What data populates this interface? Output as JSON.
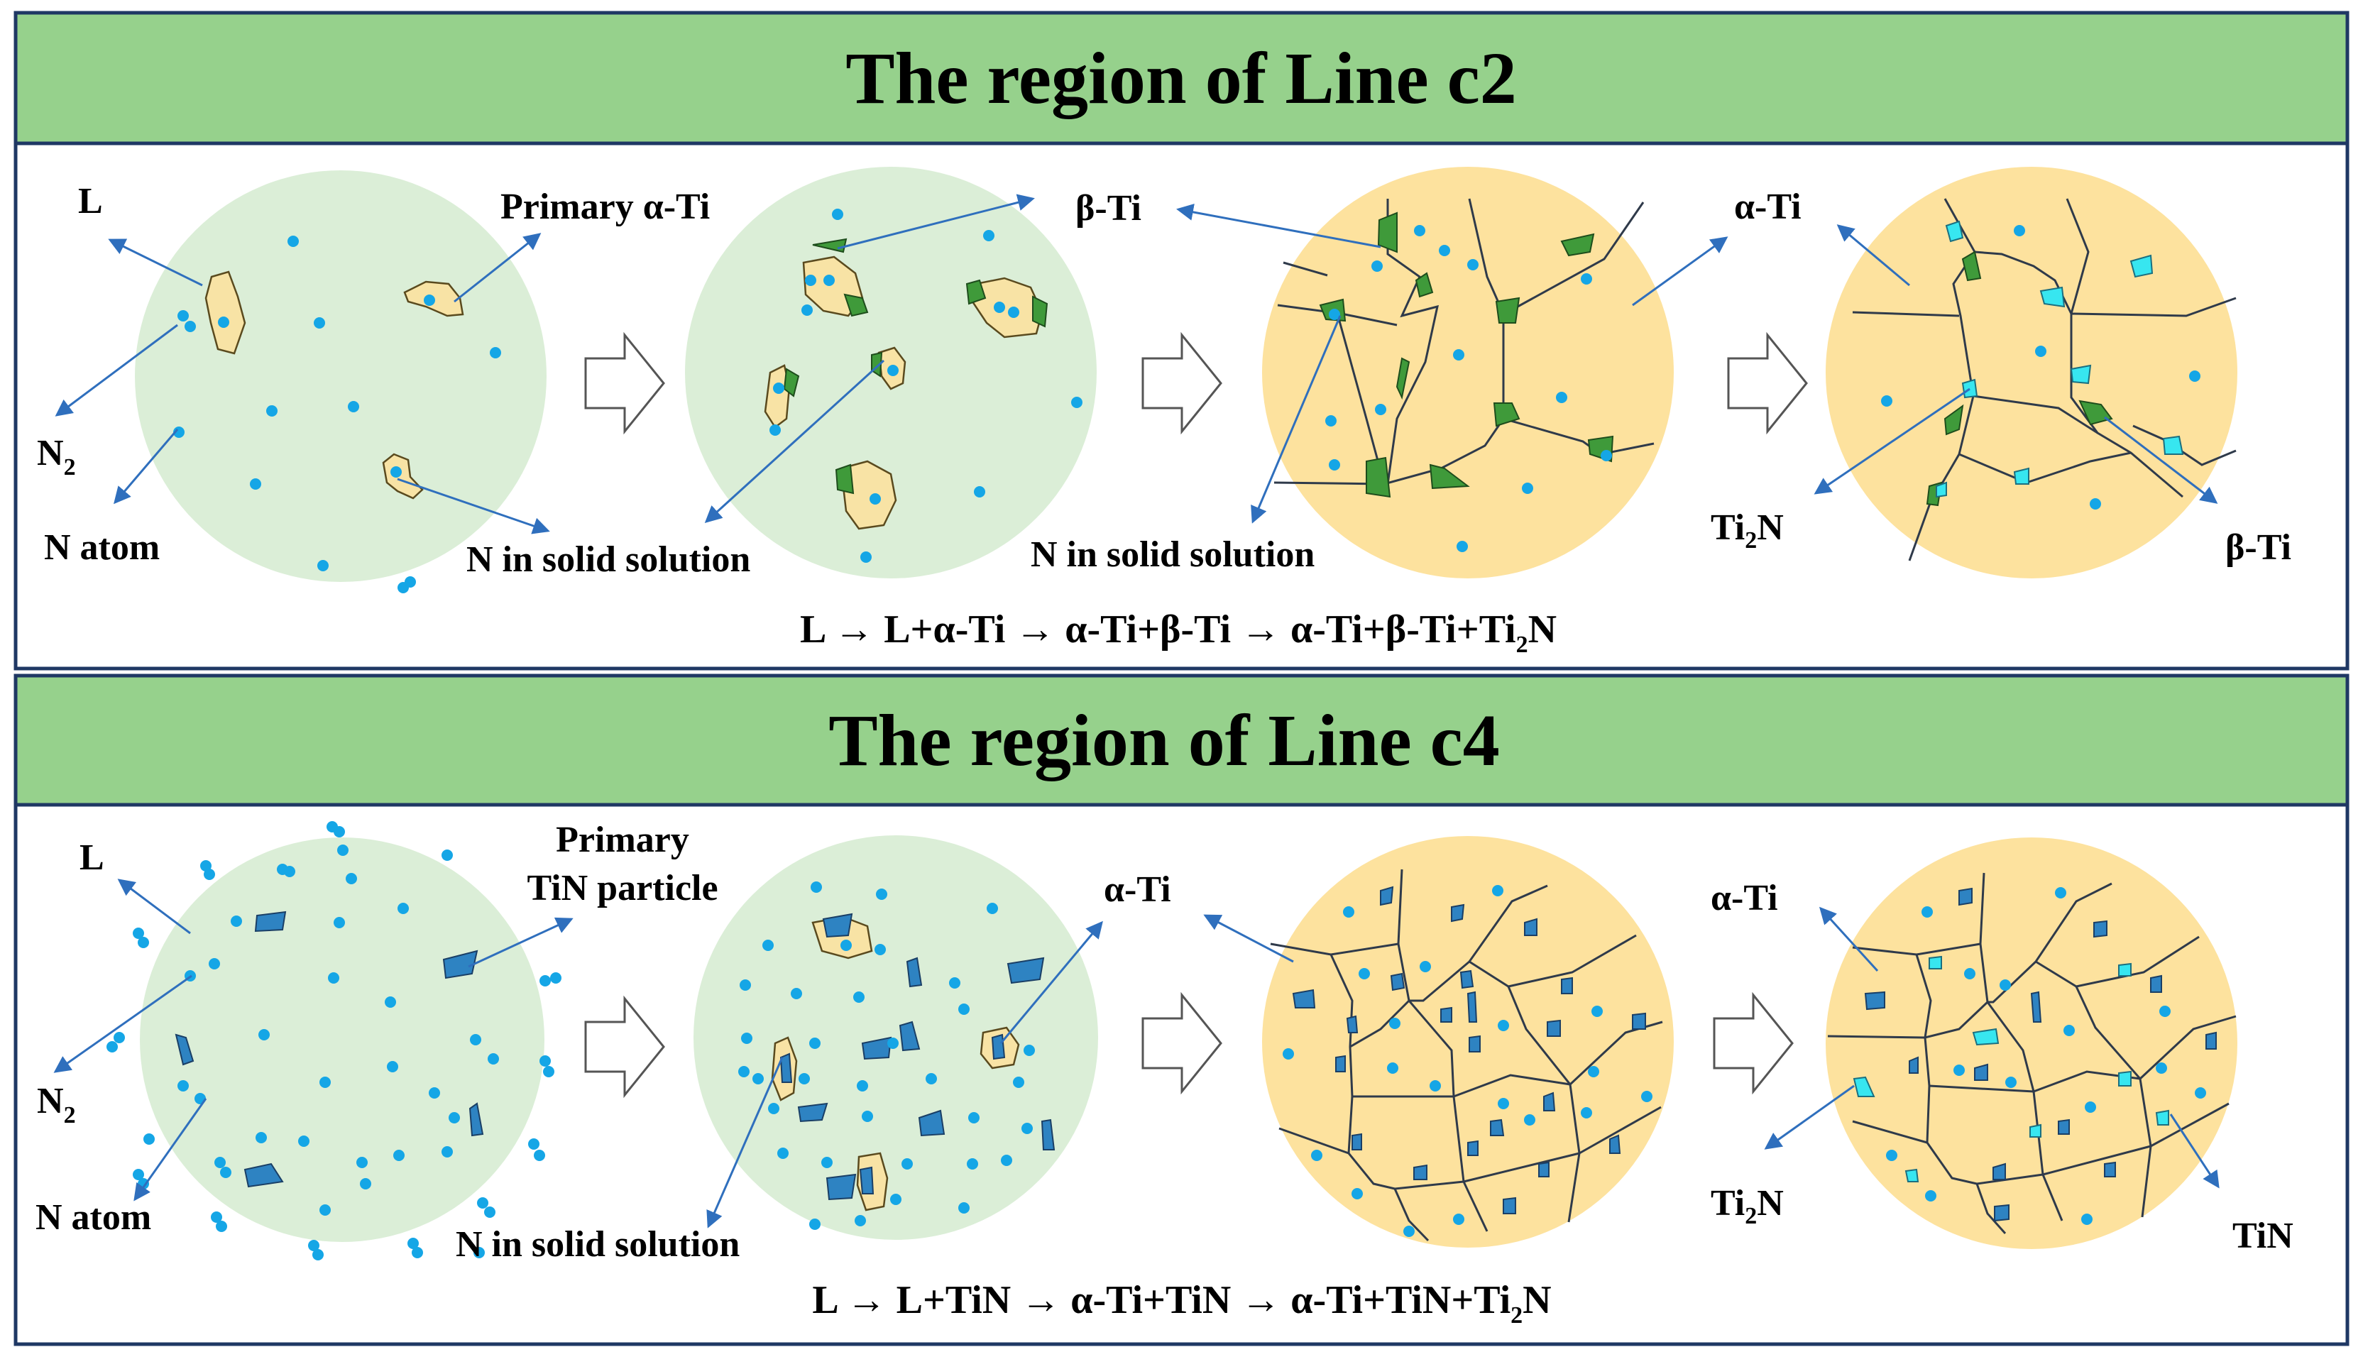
{
  "colors": {
    "header_bg": "#96d18c",
    "frame": "#1f3864",
    "liquid_circle": "#dbeed7",
    "solid_circle": "#fde29e",
    "n_dot": "#15a6e6",
    "alpha_grain": "#f8e3a5",
    "beta_phase": "#3f9a3a",
    "ti2n": "#37e6f0",
    "tin": "#2e83c2",
    "arrow": "#2f6fbd"
  },
  "panel_c2": {
    "title": "The region of Line c2",
    "labels": {
      "l": "L",
      "primary_alpha": "Primary α-Ti",
      "beta_ti_1": "β-Ti",
      "alpha_ti": "α-Ti",
      "n2": "N",
      "n2_sub": "2",
      "n_atom": "N atom",
      "n_solid_1": "N in solid solution",
      "n_solid_2": "N in solid solution",
      "ti2n": "Ti",
      "ti2n_sub": "2",
      "ti2n_end": "N",
      "beta_ti_2": "β-Ti"
    },
    "equation": {
      "main": "L → L+α-Ti → α-Ti+β-Ti → α-Ti+β-Ti+Ti",
      "sub": "2",
      "end": "N"
    }
  },
  "panel_c4": {
    "title": "The region of Line c4",
    "labels": {
      "l": "L",
      "primary_tin_1": "Primary",
      "primary_tin_2": "TiN particle",
      "alpha_ti_1": "α-Ti",
      "alpha_ti_2": "α-Ti",
      "n2": "N",
      "n2_sub": "2",
      "n_atom": "N atom",
      "n_solid": "N in solid solution",
      "ti2n": "Ti",
      "ti2n_sub": "2",
      "ti2n_end": "N",
      "tin": "TiN"
    },
    "equation": {
      "main": "L → L+TiN → α-Ti+TiN → α-Ti+TiN+Ti",
      "sub": "2",
      "end": "N"
    }
  }
}
